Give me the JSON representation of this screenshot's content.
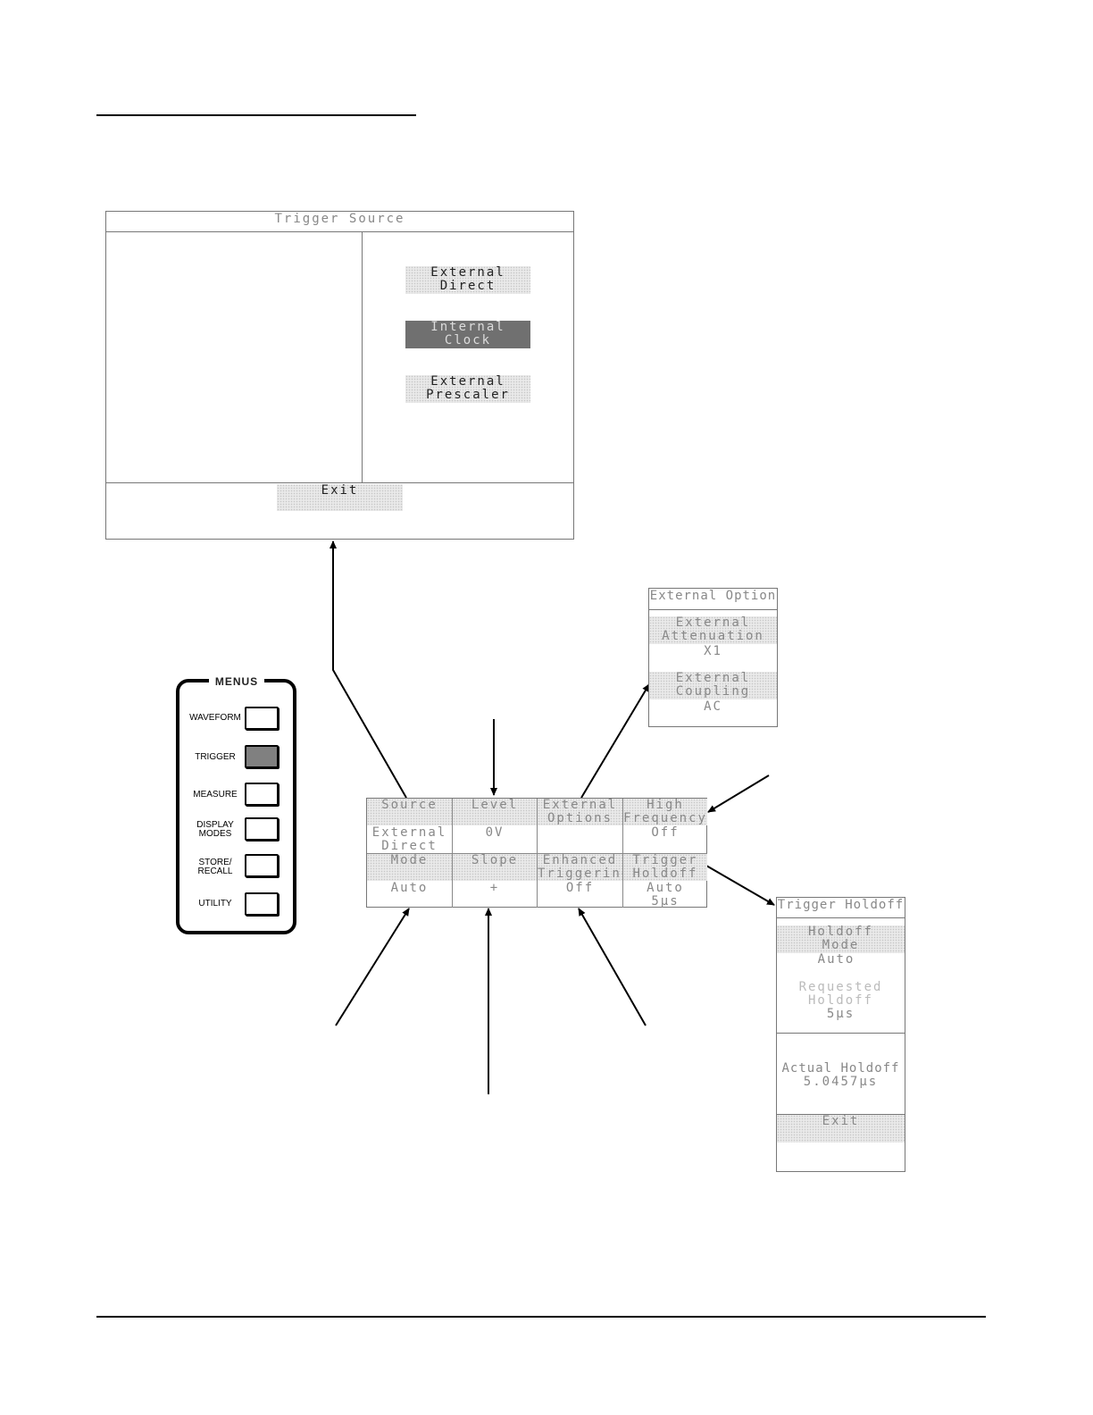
{
  "trigger_source": {
    "title": "Trigger Source",
    "options": [
      {
        "label": "External\nDirect",
        "selected": false
      },
      {
        "label": "Internal\nClock",
        "selected": true
      },
      {
        "label": "External\nPrescaler",
        "selected": false
      }
    ],
    "exit": "Exit"
  },
  "menus_panel": {
    "title": "MENUS",
    "items": [
      {
        "label": "WAVEFORM",
        "active": false
      },
      {
        "label": "TRIGGER",
        "active": true
      },
      {
        "label": "MEASURE",
        "active": false
      },
      {
        "label": "DISPLAY\nMODES",
        "active": false
      },
      {
        "label": "STORE/\nRECALL",
        "active": false
      },
      {
        "label": "UTILITY",
        "active": false
      }
    ]
  },
  "trigger_menu": {
    "top_row": [
      {
        "label": "Source",
        "value": "External\nDirect"
      },
      {
        "label": "Level",
        "value": "0V"
      },
      {
        "label": "External\nOptions",
        "value": ""
      },
      {
        "label": "High\nFrequency",
        "value": "Off"
      }
    ],
    "bottom_row": [
      {
        "label": "Mode",
        "value": "Auto"
      },
      {
        "label": "Slope",
        "value": "+"
      },
      {
        "label": "Enhanced\nTriggering",
        "value": "Off"
      },
      {
        "label": "Trigger\nHoldoff",
        "value": "Auto\n5µs"
      }
    ]
  },
  "external_option": {
    "title": "External Option",
    "attenuation_label": "External\nAttenuation",
    "attenuation_value": "X1",
    "coupling_label": "External\nCoupling",
    "coupling_value": "AC"
  },
  "trigger_holdoff": {
    "title": "Trigger Holdoff",
    "mode_label": "Holdoff\nMode",
    "mode_value": "Auto",
    "requested_label": "Requested\nHoldoff",
    "requested_value": "5µs",
    "actual_label": "Actual Holdoff",
    "actual_value": "5.0457µs",
    "exit": "Exit"
  }
}
